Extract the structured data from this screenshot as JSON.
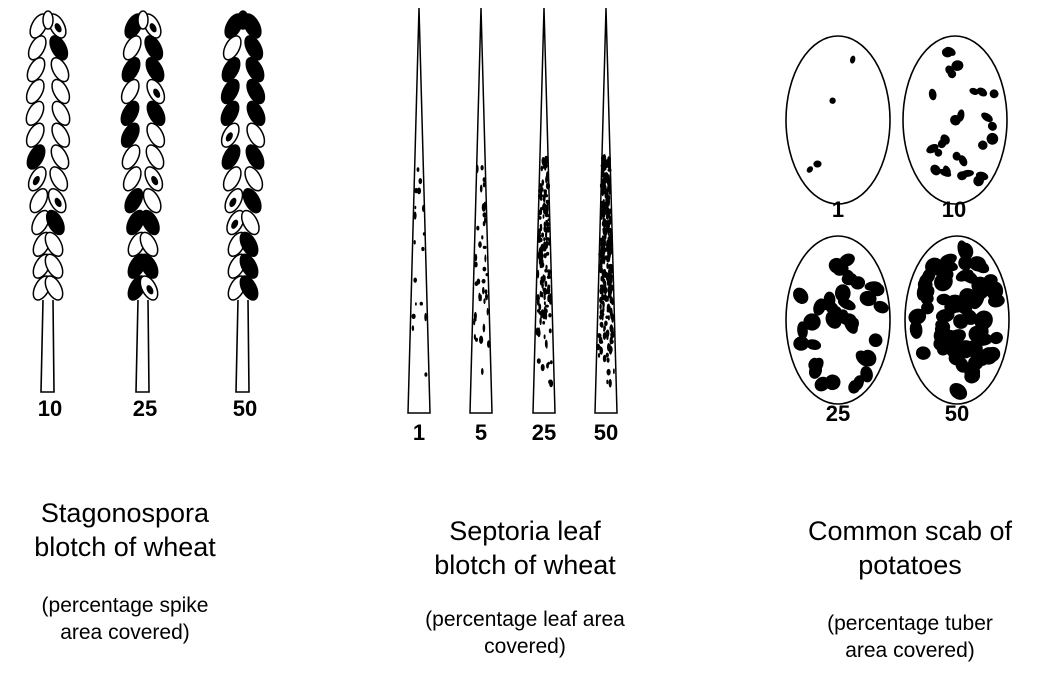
{
  "panels": [
    {
      "id": "stagonospora",
      "levels": [
        "10",
        "25",
        "50"
      ],
      "coverage": [
        0.1,
        0.25,
        0.5
      ],
      "title_line1": "Stagonospora",
      "title_line2": "blotch of wheat",
      "subtitle_line1": "(percentage spike",
      "subtitle_line2": "area covered)"
    },
    {
      "id": "septoria",
      "levels": [
        "1",
        "5",
        "25",
        "50"
      ],
      "coverage": [
        0.01,
        0.05,
        0.25,
        0.5
      ],
      "title_line1": "Septoria leaf",
      "title_line2": "blotch of wheat",
      "subtitle_line1": "(percentage leaf area",
      "subtitle_line2": "covered)"
    },
    {
      "id": "common-scab",
      "levels": [
        "1",
        "10",
        "25",
        "50"
      ],
      "coverage": [
        0.01,
        0.1,
        0.25,
        0.5
      ],
      "title_line1": "Common scab of",
      "title_line2": "potatoes",
      "subtitle_line1": "(percentage tuber",
      "subtitle_line2": "area covered)"
    }
  ],
  "colors": {
    "ink": "#000000",
    "paper": "#ffffff"
  }
}
